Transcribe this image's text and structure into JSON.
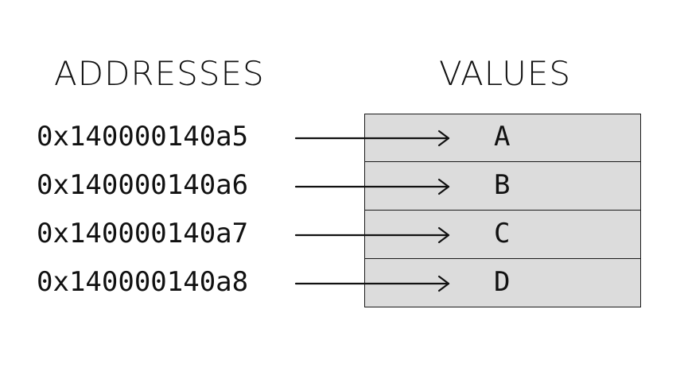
{
  "headings": {
    "addresses": "ADDRESSES",
    "values": "VALUES"
  },
  "rows": [
    {
      "address": "0x140000140a5",
      "value": "A"
    },
    {
      "address": "0x140000140a6",
      "value": "B"
    },
    {
      "address": "0x140000140a7",
      "value": "C"
    },
    {
      "address": "0x140000140a8",
      "value": "D"
    }
  ],
  "colors": {
    "cell_fill": "#dcdcdc",
    "ink": "#111111"
  },
  "icons": {
    "arrow": "arrow-right-icon"
  }
}
